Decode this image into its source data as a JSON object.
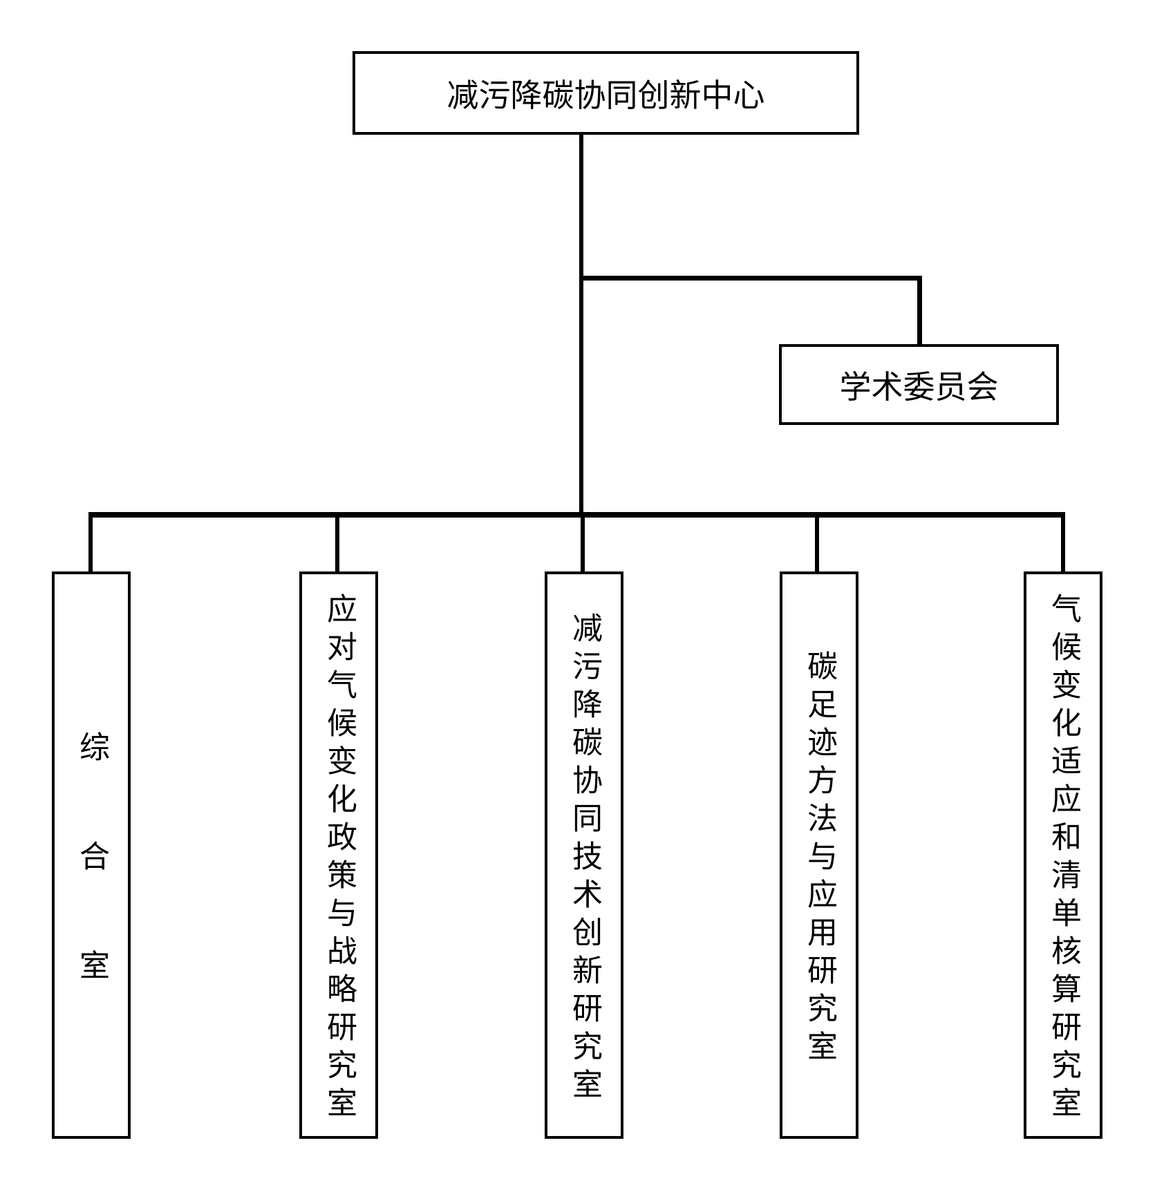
{
  "org": {
    "root": {
      "label": "减污降碳协同创新中心"
    },
    "committee": {
      "label": "学术委员会"
    },
    "departments": [
      {
        "label": "综合室"
      },
      {
        "label": "应对气候变化政策与战略研究室"
      },
      {
        "label": "减污降碳协同技术创新研究室"
      },
      {
        "label": "碳足迹方法与应用研究室"
      },
      {
        "label": "气候变化适应和清单核算研究室"
      }
    ],
    "colors": {
      "background": "#ffffff",
      "box_border": "#000000",
      "line": "#000000",
      "text": "#000000"
    }
  }
}
